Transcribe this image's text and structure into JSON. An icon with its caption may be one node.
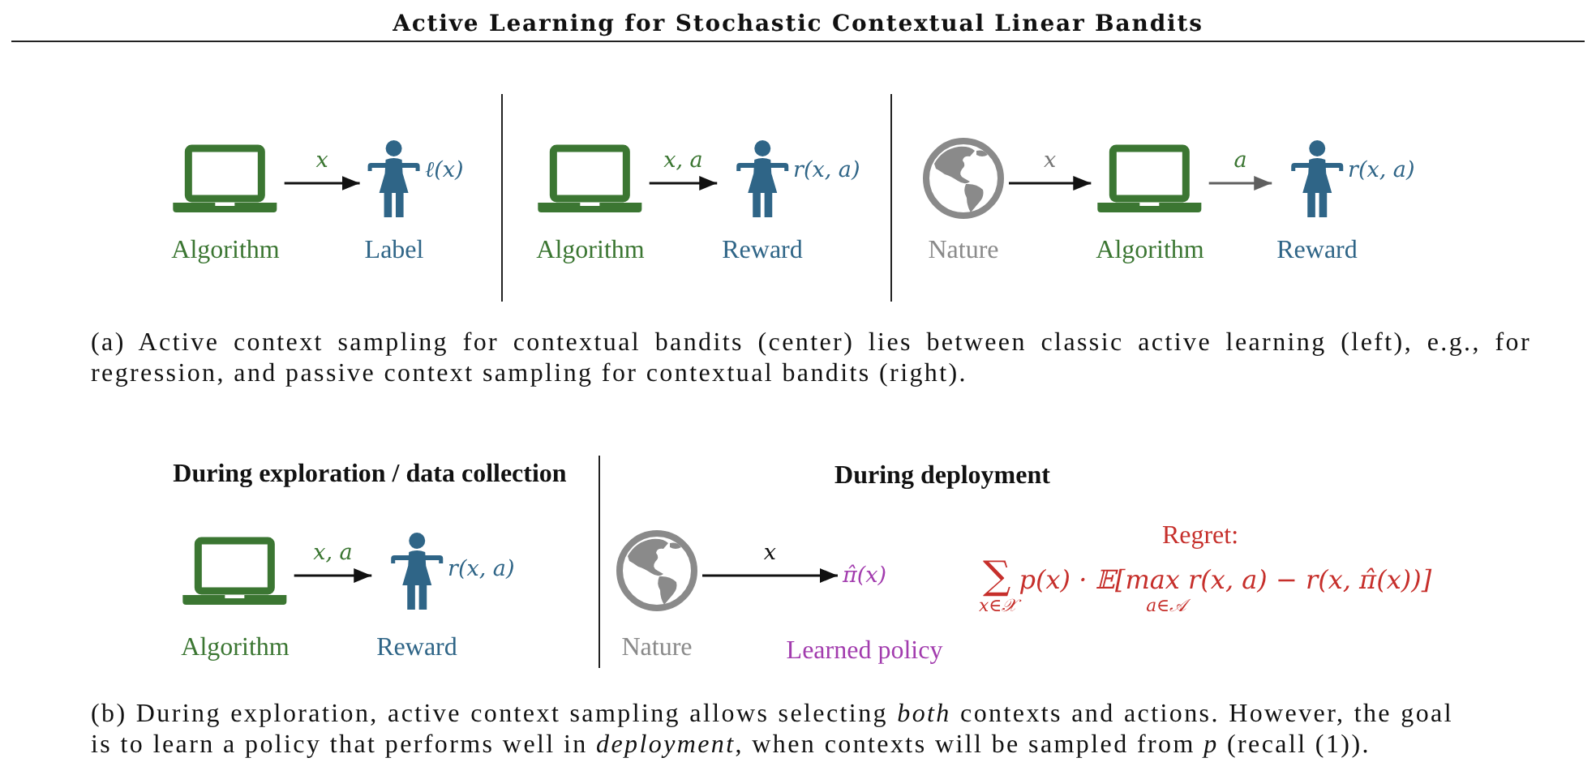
{
  "diagram": {
    "title": "Active Learning for Stochastic Contextual Linear Bandits",
    "nodes": [
      {
        "text": [
          "Algorithm"
        ]
      },
      {
        "text": [
          "Label"
        ],
        "beside": [
          "ℓ(x)"
        ]
      },
      {
        "text": [
          "Algorithm"
        ]
      },
      {
        "text": [
          "Reward"
        ],
        "beside": [
          "r(x, a)"
        ]
      },
      {
        "text": [
          "Nature"
        ]
      },
      {
        "text": [
          "Algorithm"
        ]
      },
      {
        "text": [
          "Reward"
        ],
        "beside": [
          "r(x, a)"
        ]
      },
      {
        "text": [
          "Algorithm"
        ]
      },
      {
        "text": [
          "Reward"
        ],
        "beside": [
          "r(x, a)"
        ]
      },
      {
        "text": [
          "Nature"
        ]
      },
      {
        "text": [
          "π̂(x)"
        ],
        "beside": [
          "Learned policy"
        ]
      }
    ],
    "edges": [
      {
        "from": 0,
        "to": 1,
        "arrow": "to",
        "label": "x"
      },
      {
        "from": 2,
        "to": 3,
        "arrow": "to",
        "label": "x, a"
      },
      {
        "from": 4,
        "to": 5,
        "arrow": "to",
        "label": "x"
      },
      {
        "from": 5,
        "to": 6,
        "arrow": "to",
        "label": "a",
        "color": "#5f5f5f"
      },
      {
        "from": 7,
        "to": 8,
        "arrow": "to",
        "label": "x, a"
      },
      {
        "from": 9,
        "to": 10,
        "arrow": "to",
        "label": "x"
      }
    ],
    "labels": [
      "(a) Active context sampling for contextual bandits (center) lies between classic active learning (left), e.g., for regression, and passive context sampling for contextual bandits (right).",
      "During exploration / data collection",
      "During deployment",
      "Regret:",
      "∑$_{x∈𝒳}$ p(x) · 𝔼[max$_{a∈𝒜}$ r(x, a) − r(x, π̂(x))]",
      "(b) During exploration, active context sampling allows selecting *both* contexts and actions. However, the goal is to learn a policy that performs well in *deployment*, when contexts will be sampled from *p* (recall (1))."
    ]
  }
}
